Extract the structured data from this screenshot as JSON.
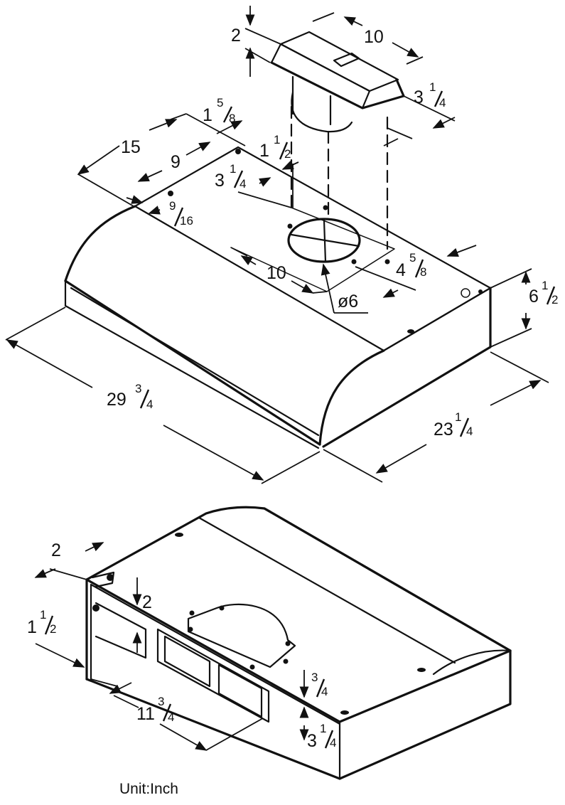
{
  "unit_label": "Unit:Inch",
  "top_view": {
    "motor_width": "10",
    "motor_height": "2",
    "motor_depth": {
      "whole": "3",
      "num": "1",
      "den": "4"
    },
    "edge_offset": {
      "whole": "1",
      "num": "5",
      "den": "8"
    },
    "duct_offset": {
      "whole": "1",
      "num": "1",
      "den": "2"
    },
    "screw_span_15": "15",
    "screw_span_9": "9",
    "screw_offset": {
      "whole": "",
      "num": "9",
      "den": "16"
    },
    "cutout_depth": {
      "whole": "3",
      "num": "1",
      "den": "4"
    },
    "cutout_width": "10",
    "cutout_setback": {
      "whole": "4",
      "num": "5",
      "den": "8"
    },
    "round_duct": "ø6",
    "height": {
      "whole": "6",
      "num": "1",
      "den": "2"
    },
    "width": {
      "whole": "29",
      "num": "3",
      "den": "4"
    },
    "depth": {
      "whole": "23",
      "num": "1",
      "den": "4"
    }
  },
  "bottom_view": {
    "back_offset": "2",
    "vent_drop": "2",
    "wire_height": {
      "whole": "1",
      "num": "1",
      "den": "2"
    },
    "vent_width": {
      "whole": "11",
      "num": "3",
      "den": "4"
    },
    "vent_offset": {
      "whole": "",
      "num": "3",
      "den": "4"
    },
    "vent_height": {
      "whole": "3",
      "num": "1",
      "den": "4"
    }
  }
}
